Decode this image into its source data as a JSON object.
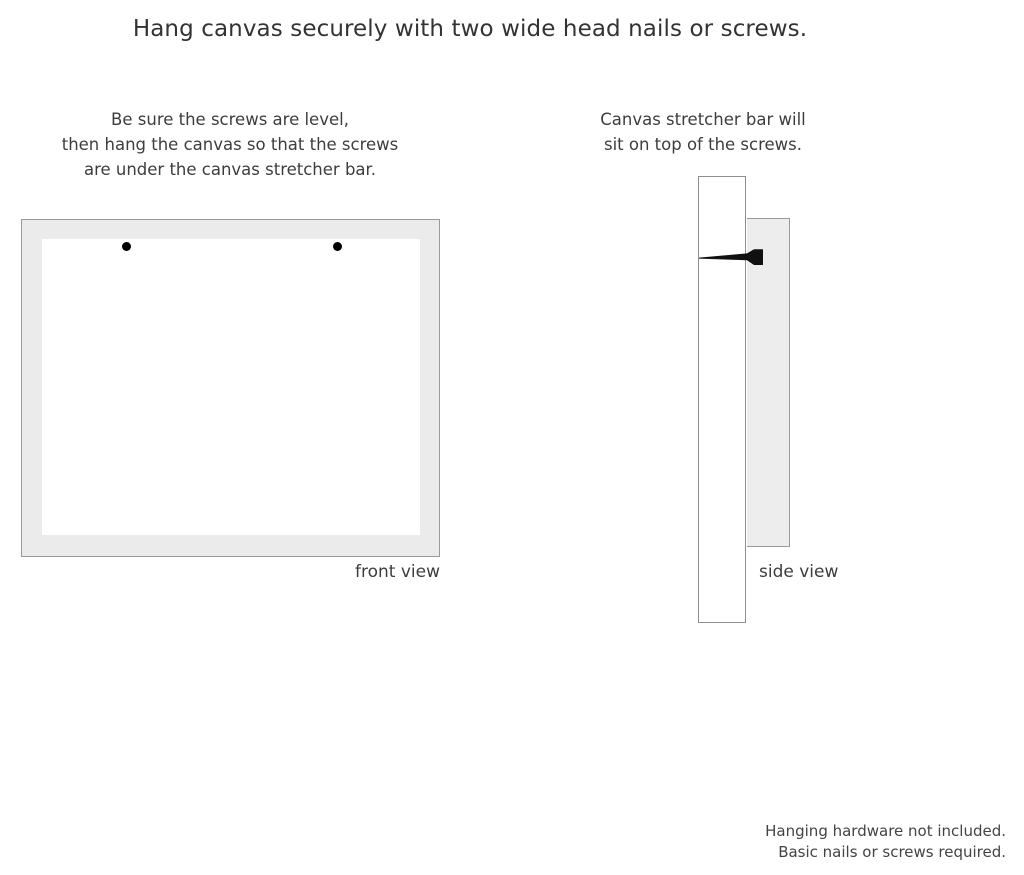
{
  "page": {
    "background_color": "#ffffff",
    "title": "Hang canvas securely with two wide head nails or screws."
  },
  "instructions": {
    "left": {
      "lines": [
        "Be sure the screws are level,",
        "then hang the canvas so that the screws",
        "are under the canvas stretcher bar."
      ]
    },
    "right": {
      "lines": [
        "Canvas stretcher bar will",
        "sit on top of the screws."
      ]
    }
  },
  "diagrams": {
    "front_view": {
      "label": "front view",
      "frame_color": "#ebebeb",
      "frame_border_color": "#9a9a9a",
      "inner_color": "#ffffff",
      "screw_color": "#000000",
      "screw_count": 2
    },
    "side_view": {
      "label": "side view",
      "wall_color": "#ffffff",
      "wall_border_color": "#8f8f8f",
      "stretcher_bar_color": "#ededed",
      "stretcher_bar_border_color": "#9a9a9a",
      "screw_color": "#111111"
    }
  },
  "footer": {
    "lines": [
      "Hanging hardware not included.",
      "Basic nails or screws required."
    ]
  }
}
